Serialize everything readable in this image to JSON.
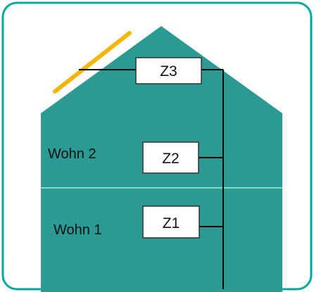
{
  "colors": {
    "frame_border": "#00a99d",
    "frame_fill": "#ffffff",
    "house_fill": "#2a9a93",
    "floor_divider": "#8fd3cd",
    "solar_panel": "#f2b705",
    "line": "#000000",
    "box_fill": "#ffffff",
    "box_stroke": "#333333"
  },
  "floors": {
    "upper": {
      "label": "Wohn 2"
    },
    "lower": {
      "label": "Wohn 1"
    }
  },
  "meters": [
    {
      "id": "z3",
      "label": "Z3",
      "location": "roof"
    },
    {
      "id": "z2",
      "label": "Z2",
      "location": "upper"
    },
    {
      "id": "z1",
      "label": "Z1",
      "location": "lower"
    }
  ],
  "icons": {
    "solar": "solar-panel-icon"
  }
}
